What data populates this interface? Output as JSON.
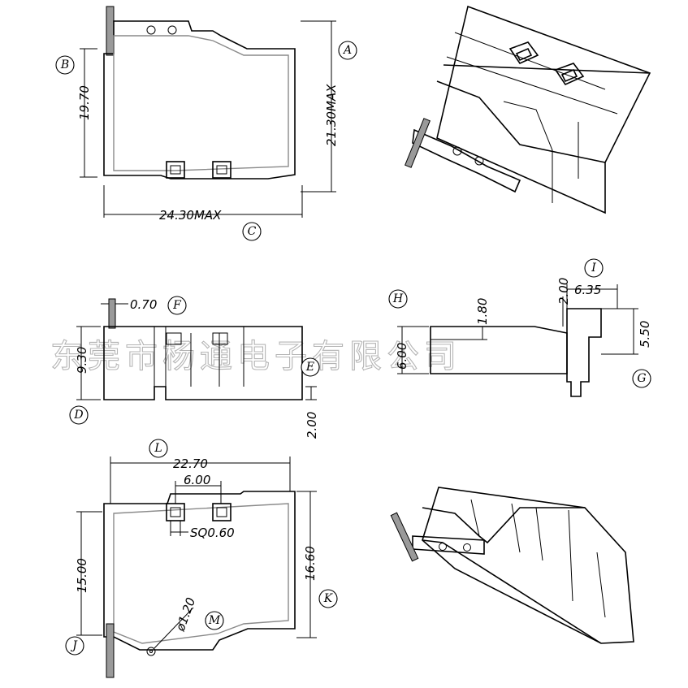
{
  "watermark": "东莞市杨通电子有限公司",
  "dimensions": {
    "top_height": "19.70",
    "top_height_max": "21.30MAX",
    "top_width_max": "24.30MAX",
    "pin_thickness": "0.70",
    "side_height": "9.30",
    "side_offset": "2.00",
    "end_height": "6.00",
    "end_step": "1.80",
    "pin_gap": "2.00",
    "pin_span": "6.35",
    "pin_height": "5.50",
    "bottom_width": "22.70",
    "pad_pitch": "6.00",
    "pad_size": "SQ0.60",
    "bottom_left_height": "15.00",
    "bottom_right_height": "16.60",
    "hole_diameter": "ø1.20"
  },
  "callouts": [
    "A",
    "B",
    "C",
    "D",
    "E",
    "F",
    "G",
    "H",
    "I",
    "J",
    "K",
    "L",
    "M"
  ]
}
